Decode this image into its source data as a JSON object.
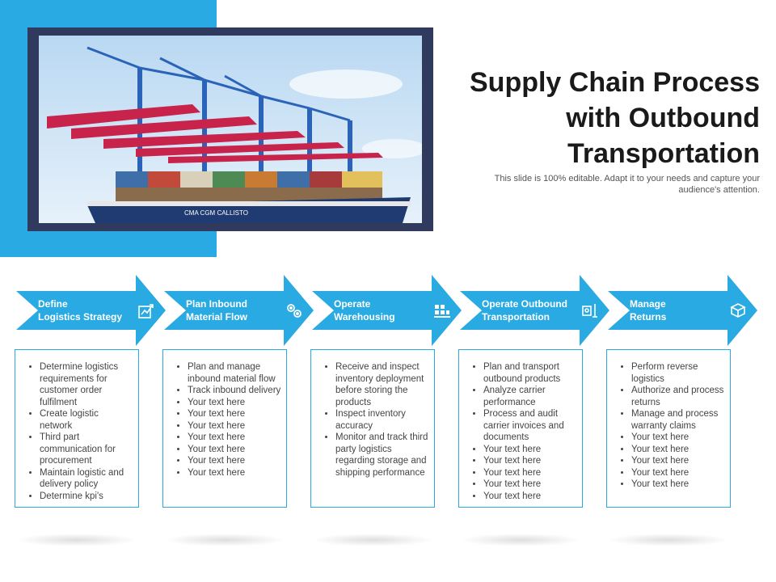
{
  "header": {
    "title": "Supply Chain Process\nwith Outbound\nTransportation",
    "subtitle": "This slide is 100% editable. Adapt it to your needs and capture your audience's attention."
  },
  "colors": {
    "accent": "#29aae2",
    "frame": "#2f3a5e"
  },
  "steps": [
    {
      "label": "Define\nLogistics Strategy",
      "icon": "strategy-chart-icon",
      "items": [
        "Determine logistics requirements for customer order fulfilment",
        "Create logistic network",
        "Third part communication for procurement",
        "Maintain logistic and delivery policy",
        "Determine kpi's"
      ]
    },
    {
      "label": "Plan Inbound\nMaterial Flow",
      "icon": "gears-icon",
      "items": [
        "Plan and manage inbound material flow",
        "Track inbound delivery",
        "Your text here",
        "Your text here",
        "Your text here",
        "Your text here",
        "Your text here",
        "Your text here",
        "Your text here"
      ]
    },
    {
      "label": "Operate\nWarehousing",
      "icon": "warehouse-boxes-icon",
      "items": [
        "Receive and inspect inventory deployment before storing the products",
        "Inspect inventory accuracy",
        "Monitor and track third party logistics regarding storage and shipping performance"
      ]
    },
    {
      "label": "Operate Outbound\nTransportation",
      "icon": "transport-icon",
      "items": [
        "Plan and transport outbound products",
        "Analyze carrier performance",
        "Process and audit carrier invoices and documents",
        "Your text here",
        "Your text here",
        "Your text here",
        "Your text here",
        "Your text here"
      ]
    },
    {
      "label": "Manage\nReturns",
      "icon": "returns-box-icon",
      "items": [
        "Perform reverse logistics",
        "Authorize and process returns",
        "Manage and process warranty claims",
        "Your text here",
        "Your text here",
        "Your text here",
        "Your text here",
        "Your text here"
      ]
    }
  ]
}
